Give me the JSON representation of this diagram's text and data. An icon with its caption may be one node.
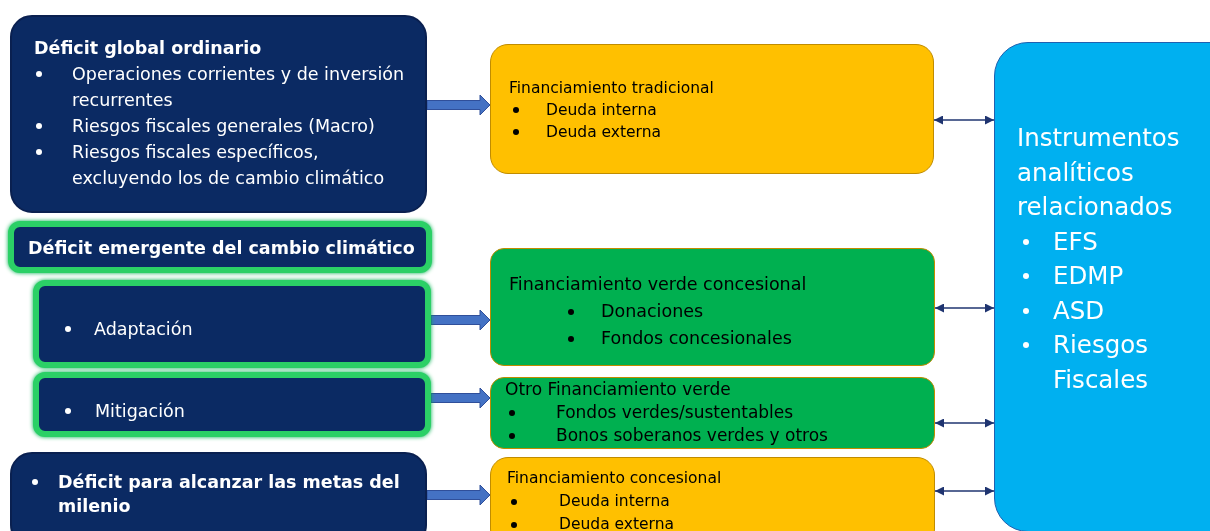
{
  "diagram": {
    "nodes": [
      {
        "text": [
          "Déficit global ordinario",
          "Operaciones corrientes y de inversión recurrentes",
          "Riesgos fiscales generales (Macro)",
          "Riesgos fiscales específicos, excluyendo los de cambio climático"
        ]
      },
      {
        "text": [
          "Déficit emergente del cambio climático"
        ]
      },
      {
        "text": [
          "Adaptación"
        ]
      },
      {
        "text": [
          "Mitigación"
        ]
      },
      {
        "text": [
          "Déficit para alcanzar las metas del milenio"
        ]
      },
      {
        "text": [
          "Financiamiento tradicional",
          "Deuda interna",
          "Deuda externa"
        ]
      },
      {
        "text": [
          "Financiamiento verde concesional",
          "Donaciones",
          "Fondos concesionales"
        ]
      },
      {
        "text": [
          "Otro Financiamiento verde",
          "Fondos verdes/sustentables",
          "Bonos soberanos verdes y otros"
        ]
      },
      {
        "text": [
          "Financiamiento concesional",
          "Deuda interna",
          "Deuda externa"
        ]
      },
      {
        "text": [
          "Instrumentos analíticos relacionados",
          "EFS",
          "EDMP",
          "ASD",
          "Riesgos Fiscales"
        ]
      }
    ],
    "edges": [
      {
        "from": 0,
        "to": 5,
        "arrow": "to",
        "style": "thick",
        "color": "#4472c4"
      },
      {
        "from": 2,
        "to": 6,
        "arrow": "to",
        "style": "thick",
        "color": "#4472c4"
      },
      {
        "from": 3,
        "to": 7,
        "arrow": "to",
        "style": "thick",
        "color": "#4472c4"
      },
      {
        "from": 4,
        "to": 8,
        "arrow": "to",
        "style": "thick",
        "color": "#4472c4"
      },
      {
        "from": 5,
        "to": 9,
        "arrow": "both"
      },
      {
        "from": 6,
        "to": 9,
        "arrow": "both"
      },
      {
        "from": 7,
        "to": 9,
        "arrow": "both"
      },
      {
        "from": 8,
        "to": 9,
        "arrow": "both"
      }
    ]
  }
}
